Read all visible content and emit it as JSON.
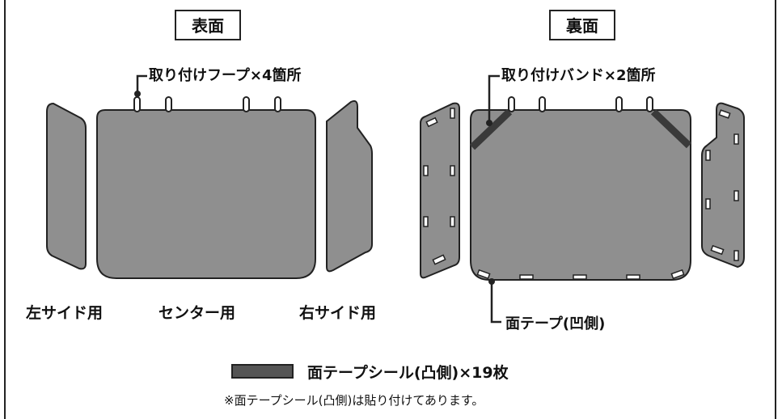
{
  "front": {
    "header": "表面",
    "loop_label": "取り付けフープ×4箇所",
    "left_label": "左サイド用",
    "center_label": "センター用",
    "right_label": "右サイド用"
  },
  "back": {
    "header": "裏面",
    "band_label": "取り付けバンド×2箇所",
    "tape_label": "面テープ(凹側)"
  },
  "footer": {
    "legend_label": "面テープシール(凸側)×19枚",
    "note": "※面テープシール(凸側)は貼り付けてあります。"
  },
  "colors": {
    "panel_fill": "#8f8f8f",
    "outline": "#222222",
    "band": "#3a3a3a",
    "legend_swatch": "#555555"
  }
}
